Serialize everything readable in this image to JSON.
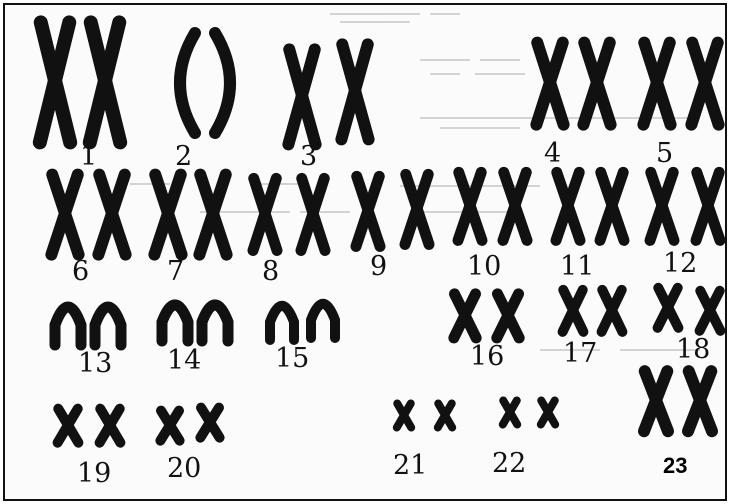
{
  "colors": {
    "ink": "#111111",
    "paper": "#fbfbfb",
    "frame": "#111111",
    "faint_text": "#c9c9c9"
  },
  "karyotype": {
    "labels": [
      "1",
      "2",
      "3",
      "4",
      "5",
      "6",
      "7",
      "8",
      "9",
      "10",
      "11",
      "12",
      "13",
      "14",
      "15",
      "16",
      "17",
      "18",
      "19",
      "20",
      "21",
      "22",
      "23"
    ]
  }
}
